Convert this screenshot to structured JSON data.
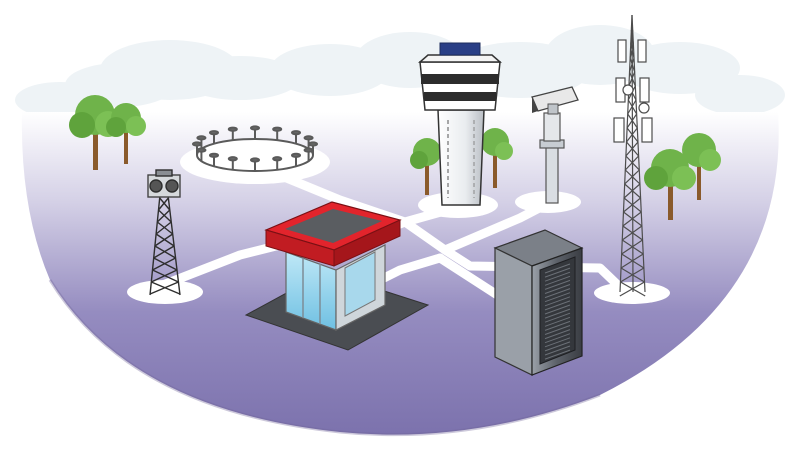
{
  "scene": {
    "type": "network-topology-illustration",
    "colors": {
      "ground_top": "#ffffff",
      "ground_bottom": "#857bb3",
      "cloud": "#eef3f6",
      "path": "#ffffff",
      "tree_leaf": "#6fb34a",
      "tree_trunk": "#8a5a2b",
      "kiosk_roof": "#e2242c",
      "kiosk_glass": "#8fd2ec",
      "rack": "#4a4e55",
      "metal": "#4d4d4d"
    },
    "nodes": [
      {
        "id": "control-tower",
        "icon": "control-tower-icon"
      },
      {
        "id": "cctv-camera",
        "icon": "cctv-camera-icon"
      },
      {
        "id": "telecom-mast",
        "icon": "cellular-tower-icon"
      },
      {
        "id": "siren-mast",
        "icon": "siren-tower-icon"
      },
      {
        "id": "guard-kiosk",
        "icon": "guard-booth-icon"
      },
      {
        "id": "server-rack",
        "icon": "server-rack-icon"
      },
      {
        "id": "light-ring",
        "icon": "light-ring-icon"
      }
    ]
  }
}
